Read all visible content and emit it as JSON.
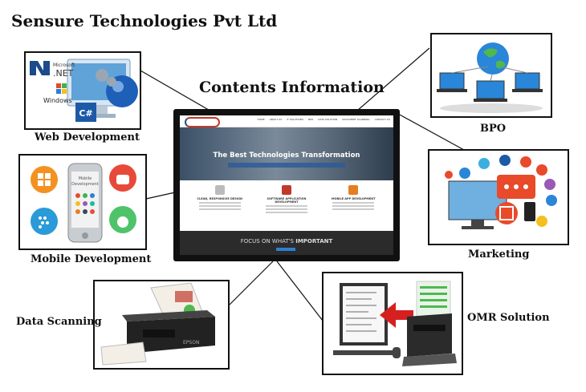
{
  "company": "Sensure Technologies Pvt Ltd",
  "center_title": "Contents Information",
  "labels": {
    "web": "Web Development",
    "mobile": "Mobile Development",
    "scanning": "Data Scanning",
    "bpo": "BPO",
    "marketing": "Marketing",
    "omr": "OMR Solution"
  },
  "web_icons": {
    "net": ".NET",
    "ms": "Microsoft",
    "windows": "Windows",
    "cs": "C#"
  },
  "mobile_icons": {
    "phone_text": "Mobile Development"
  },
  "website": {
    "nav_items": [
      "HOME",
      "ABOUT US",
      "IT SOLUTIONS",
      "BPO",
      "DATA SOLUTION",
      "DOCUMENT SCANNING",
      "CONTACT US"
    ],
    "hero_title": "The Best Technologies Transformation",
    "features": [
      "CLEAN, RESPONSIVE DESIGN",
      "SOFTWARE APPLICATION DEVELOPMENT",
      "MOBILE APP DEVELOPMENT"
    ],
    "focus_text_1": "FOCUS ON WHAT'S",
    "focus_text_2": "IMPORTANT"
  },
  "colors": {
    "border": "#111111",
    "accent_red": "#c0392b",
    "accent_blue": "#1a4fa0"
  }
}
